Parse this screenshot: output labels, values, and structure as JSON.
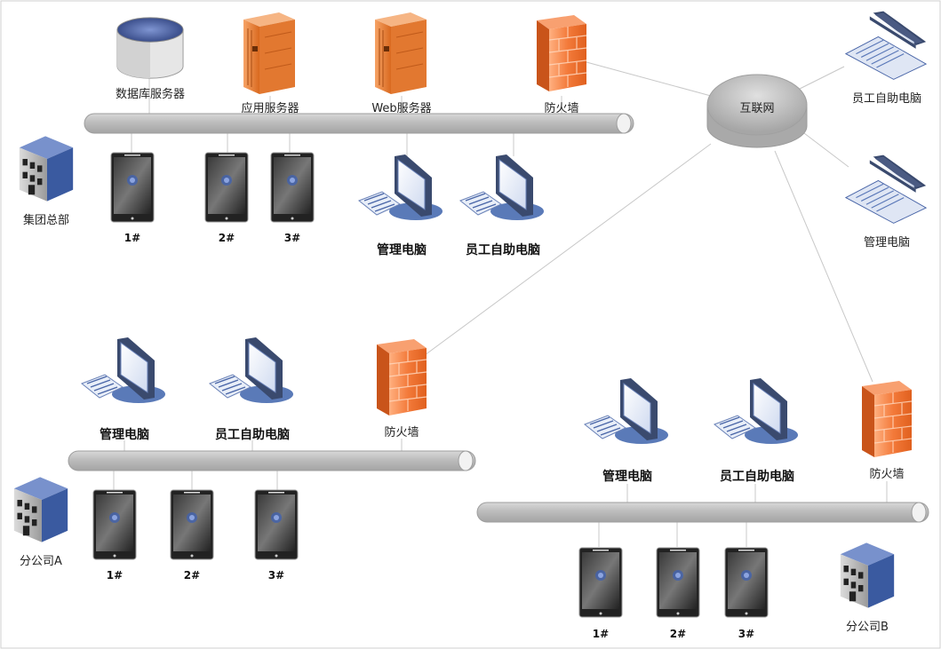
{
  "internet": {
    "label": "互联网"
  },
  "remote": {
    "employee_laptop": "员工自助电脑",
    "admin_laptop": "管理电脑"
  },
  "headquarters": {
    "name": "集团总部",
    "db_server": "数据库服务器",
    "app_server": "应用服务器",
    "web_server": "Web服务器",
    "firewall": "防火墙",
    "admin_pc": "管理电脑",
    "employee_pc": "员工自助电脑",
    "terminals": [
      "1#",
      "2#",
      "3#"
    ]
  },
  "branch_a": {
    "name": "分公司A",
    "firewall": "防火墙",
    "admin_pc": "管理电脑",
    "employee_pc": "员工自助电脑",
    "terminals": [
      "1#",
      "2#",
      "3#"
    ]
  },
  "branch_b": {
    "name": "分公司B",
    "firewall": "防火墙",
    "admin_pc": "管理电脑",
    "employee_pc": "员工自助电脑",
    "terminals": [
      "1#",
      "2#",
      "3#"
    ]
  },
  "colors": {
    "firewall": "#f07838",
    "server": "#e8843a",
    "building": "#3a5aa0",
    "bus": "#bdbdbd",
    "monitor": "#5a7ab8"
  }
}
